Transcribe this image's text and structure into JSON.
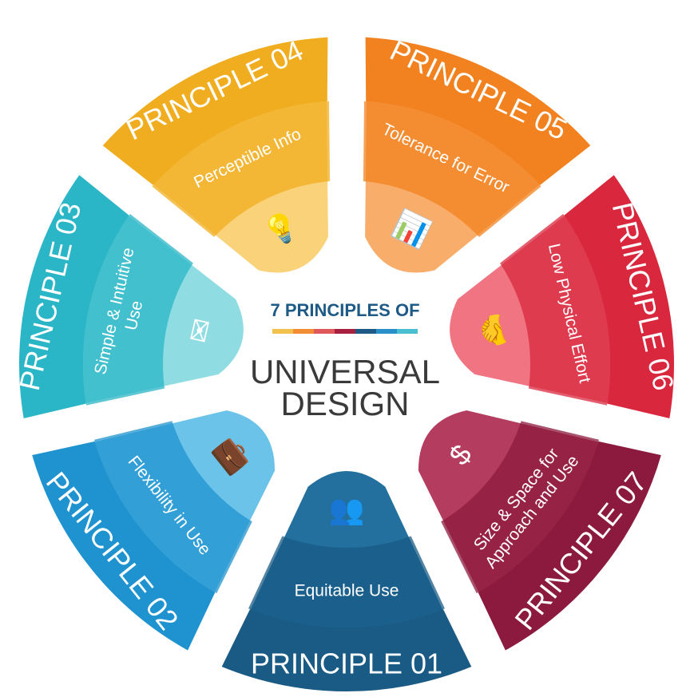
{
  "center": {
    "kicker": "7 PRINCIPLES OF",
    "title_line1": "UNIVERSAL",
    "title_line2": "DESIGN",
    "stripe_colors": [
      "#f2c14e",
      "#f28d35",
      "#e0585b",
      "#a5213f",
      "#1d5a86",
      "#2a90c8",
      "#4bbfcf"
    ]
  },
  "principles": [
    {
      "number": "PRINCIPLE 01",
      "name": "Equitable Use",
      "icon": "people-icon",
      "color": "#1a5b85",
      "light": "#23709f"
    },
    {
      "number": "PRINCIPLE 02",
      "name": "Flexibility in Use",
      "icon": "briefcase-icon",
      "color": "#1f93cf",
      "light": "#6cc3ea"
    },
    {
      "number": "PRINCIPLE 03",
      "name": "Simple & Intuitive Use",
      "icon": "envelope-icon",
      "color": "#2ab6c6",
      "light": "#8fdde3"
    },
    {
      "number": "PRINCIPLE 04",
      "name": "Perceptible Info",
      "icon": "lightbulb-icon",
      "color": "#f0ad1f",
      "light": "#f9d27a"
    },
    {
      "number": "PRINCIPLE 05",
      "name": "Tolerance for Error",
      "icon": "bar-chart-icon",
      "color": "#f2821f",
      "light": "#f9ad6a"
    },
    {
      "number": "PRINCIPLE 06",
      "name": "Low Physical Effort",
      "icon": "handshake-icon",
      "color": "#d9283e",
      "light": "#f07482"
    },
    {
      "number": "PRINCIPLE 07",
      "name": "Size & Space for Approach and Use",
      "icon": "dollar-icon",
      "color": "#8c1a3e",
      "light": "#b43d5f"
    }
  ]
}
